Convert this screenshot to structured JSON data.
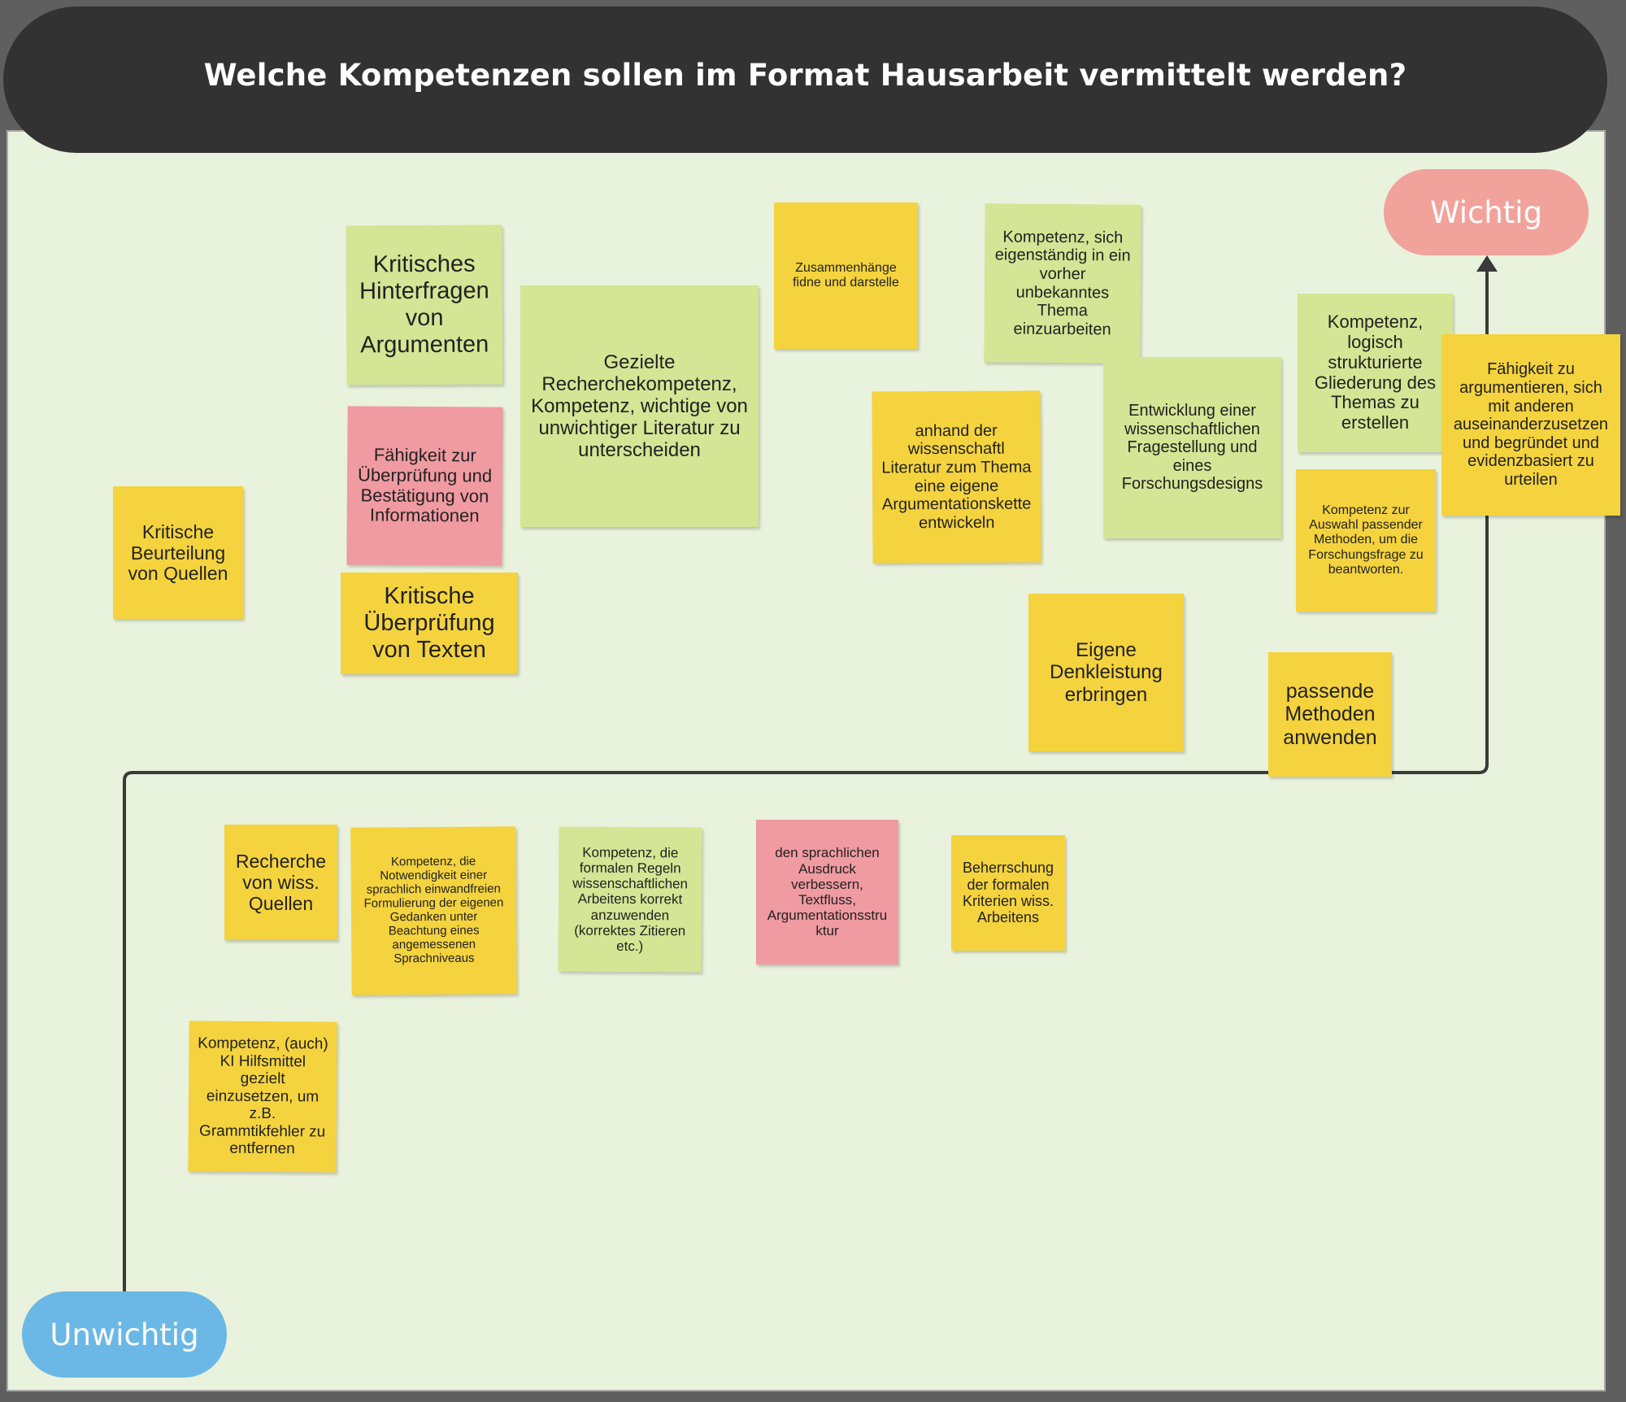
{
  "header": {
    "title": "Welche Kompetenzen sollen im Format Hausarbeit vermittelt werden?"
  },
  "axis": {
    "top_label": "Wichtig",
    "bottom_label": "Unwichtig"
  },
  "colors": {
    "yellow": "#f4d33e",
    "green": "#d4e595",
    "pink": "#f09aa1",
    "wichtig": "#f1a29b",
    "unwichtig": "#6bb8e6",
    "header": "#323232",
    "board": "#e9f2dc"
  },
  "notes": [
    {
      "id": "kritische-beurteilung",
      "color": "yellow",
      "text": "Kritische Beurteilung von Quellen"
    },
    {
      "id": "kritisches-hinterfragen",
      "color": "green",
      "text": "Kritisches Hinterfragen von Argumenten"
    },
    {
      "id": "ueberpruefung-informationen",
      "color": "pink",
      "text": "Fähigkeit zur Überprüfung und Bestätigung von Informationen"
    },
    {
      "id": "kritische-ueberpruefung-texte",
      "color": "yellow",
      "text": "Kritische Überprüfung von Texten"
    },
    {
      "id": "recherchekompetenz",
      "color": "green",
      "text": "Gezielte Recherchekompetenz, Kompetenz, wichtige von unwichtiger Literatur zu unterscheiden"
    },
    {
      "id": "zusammenhaenge",
      "color": "yellow",
      "text": "Zusammenhänge fidne und darstelle"
    },
    {
      "id": "argumentationskette",
      "color": "yellow",
      "text": "anhand der wissenschaftl Literatur zum Thema eine eigene Argumentationskette entwickeln"
    },
    {
      "id": "unbekanntes-thema",
      "color": "green",
      "text": "Kompetenz, sich eigenständig in ein vorher unbekanntes Thema einzuarbeiten"
    },
    {
      "id": "fragestellung",
      "color": "green",
      "text": "Entwicklung einer wissenschaftlichen Fragestellung und eines Forschungsdesigns"
    },
    {
      "id": "gliederung",
      "color": "green",
      "text": "Kompetenz, logisch strukturierte Gliederung des Themas zu erstellen"
    },
    {
      "id": "argumentieren",
      "color": "yellow",
      "text": "Fähigkeit zu argumentieren, sich mit anderen auseinanderzusetzen und begründet und evidenzbasiert zu urteilen"
    },
    {
      "id": "methodenauswahl",
      "color": "yellow",
      "text": "Kompetenz zur Auswahl passender Methoden, um die Forschungsfrage zu beantworten."
    },
    {
      "id": "denkleistung",
      "color": "yellow",
      "text": "Eigene Denkleistung erbringen"
    },
    {
      "id": "methoden-anwenden",
      "color": "yellow",
      "text": "passende Methoden anwenden"
    },
    {
      "id": "recherche-quellen",
      "color": "yellow",
      "text": "Recherche von wiss. Quellen"
    },
    {
      "id": "sprachniveau",
      "color": "yellow",
      "text": "Kompetenz, die Notwendigkeit einer sprachlich einwandfreien Formulierung der eigenen Gedanken unter Beachtung eines angemessenen Sprachniveaus"
    },
    {
      "id": "formale-regeln",
      "color": "green",
      "text": "Kompetenz, die formalen Regeln wissenschaftlichen Arbeitens korrekt anzuwenden (korrektes Zitieren etc.)"
    },
    {
      "id": "sprachlicher-ausdruck",
      "color": "pink",
      "text": "den sprachlichen Ausdruck verbessern, Textfluss, Argumentationsstruktur"
    },
    {
      "id": "formale-kriterien",
      "color": "yellow",
      "text": "Beherrschung der formalen Kriterien wiss. Arbeitens"
    },
    {
      "id": "ki-hilfsmittel",
      "color": "yellow",
      "text": "Kompetenz, (auch) KI Hilfsmittel gezielt einzusetzen, um z.B. Grammtikfehler zu entfernen"
    }
  ]
}
